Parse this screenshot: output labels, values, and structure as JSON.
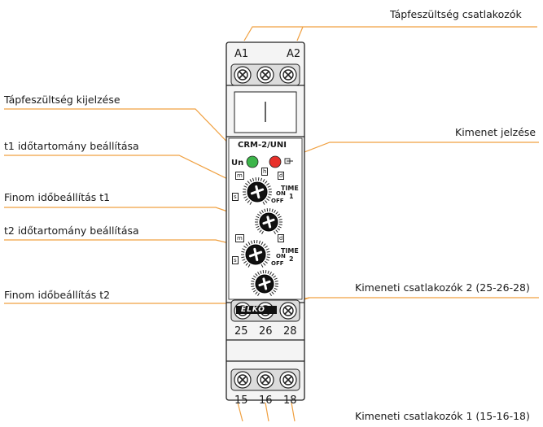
{
  "callouts": {
    "supply_terminals": "Tápfeszültség csatlakozók",
    "supply_indicator": "Tápfeszültség kijelzése",
    "t1_range": "t1 időtartomány beállítása",
    "t1_fine": "Finom időbeállítás t1",
    "t2_range": "t2 időtartomány beállítása",
    "t2_fine": "Finom időbeállítás t2",
    "output_indicator": "Kimenet jelzése",
    "output_terminals_2": "Kimeneti csatlakozók 2 (25-26-28)",
    "output_terminals_1": "Kimeneti csatlakozók 1 (15-16-18)"
  },
  "device": {
    "model": "CRM-2/UNI",
    "brand": "ELKO",
    "un_label": "Un",
    "time_label": "TIME",
    "dial1_label": "1",
    "dial2_label": "2",
    "on_label": "ON",
    "off_label": "OFF",
    "range_m": "m",
    "range_h": "h",
    "range_d": "d",
    "range_s": "s",
    "terminals_top": [
      "A1",
      "A2"
    ],
    "terminals_mid": [
      "25",
      "26",
      "28"
    ],
    "terminals_bottom": [
      "15",
      "16",
      "18"
    ]
  },
  "colors": {
    "callout_line": "#f0a040",
    "green_led": "#3cb54a",
    "red_led": "#e8302a",
    "body": "#f4f4f4",
    "outline": "#222222"
  }
}
